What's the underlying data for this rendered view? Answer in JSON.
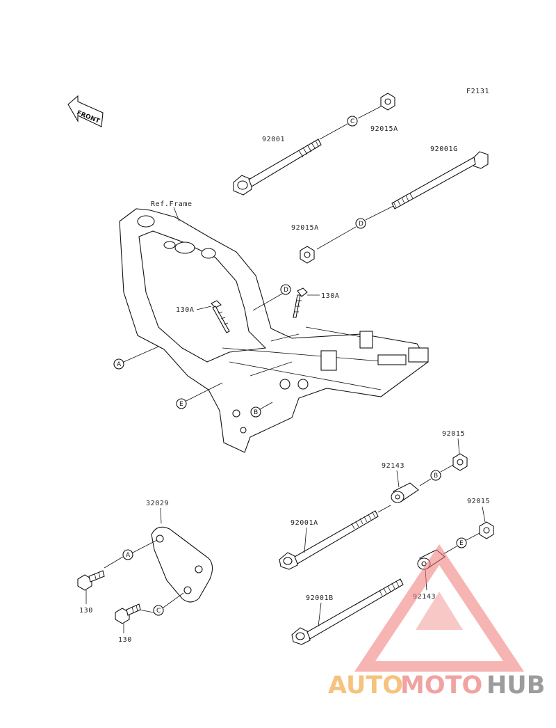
{
  "figure_code": "F2131",
  "front_label": "FRONT",
  "frame_label": "Ref.Frame",
  "part_labels": {
    "bolt_92001": "92001",
    "nut_92015A_top": "92015A",
    "bolt_92001G": "92001G",
    "nut_92015A_mid": "92015A",
    "bolt_130A_left": "130A",
    "bolt_130A_right": "130A",
    "nut_92015_upper": "92015",
    "spacer_92143_upper": "92143",
    "bolt_92001A": "92001A",
    "bracket_32029": "32029",
    "nut_92015_lower": "92015",
    "spacer_92143_lower": "92143",
    "bolt_92001B": "92001B",
    "bolt_130_upper": "130",
    "bolt_130_lower": "130"
  },
  "callouts": {
    "c_top": "C",
    "d_mid": "D",
    "d_frame": "D",
    "a_frame": "A",
    "e_frame": "E",
    "b_frame": "B",
    "b_right": "B",
    "e_right": "E",
    "a_bracket": "A",
    "c_bracket": "C"
  },
  "watermark": {
    "part1": "AUTO",
    "part2": "MOTO",
    "part3": "HUB",
    "color1": "#f6c27d",
    "color2": "#f0a3a1",
    "color3": "#9c9c9c",
    "logo_color": "#ee7a76"
  }
}
